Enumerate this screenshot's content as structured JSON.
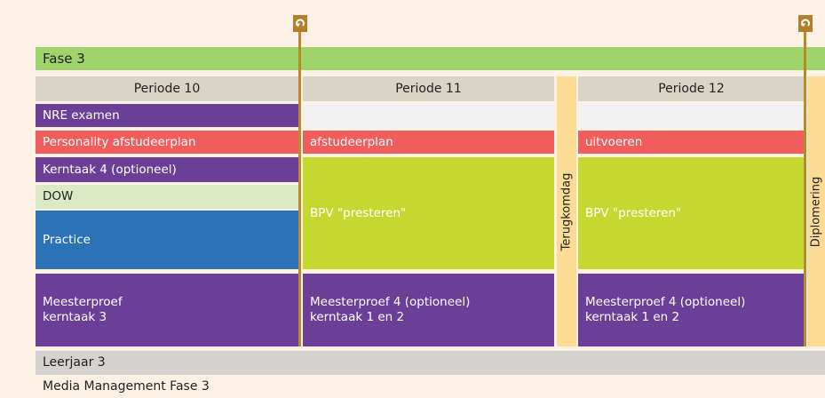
{
  "fase": "Fase 3",
  "periods": [
    "Periode 10",
    "Periode 11",
    "Periode 12"
  ],
  "periode10": {
    "nre": "NRE examen",
    "personality": "Personality afstudeerplan",
    "kerntaak4": "Kerntaak 4 (optioneel)",
    "dow": "DOW",
    "practice": "Practice",
    "meesterproef_line1": "Meesterproef",
    "meesterproef_line2": "kerntaak 3"
  },
  "periode11": {
    "afstudeerplan": "afstudeerplan",
    "bpv": "BPV \"presteren\"",
    "meesterproef_line1": "Meesterproef 4 (optioneel)",
    "meesterproef_line2": "kerntaak 1 en 2"
  },
  "periode12": {
    "uitvoeren": "uitvoeren",
    "bpv": "BPV \"presteren\"",
    "meesterproef_line1": "Meesterproef 4 (optioneel)",
    "meesterproef_line2": "kerntaak 1 en 2"
  },
  "terugkomdag": "Terugkomdag",
  "diplomering": "Diplomering",
  "leerjaar": "Leerjaar 3",
  "footer": "Media Management Fase 3",
  "icons": {
    "marker": "return-arrow-icon"
  }
}
